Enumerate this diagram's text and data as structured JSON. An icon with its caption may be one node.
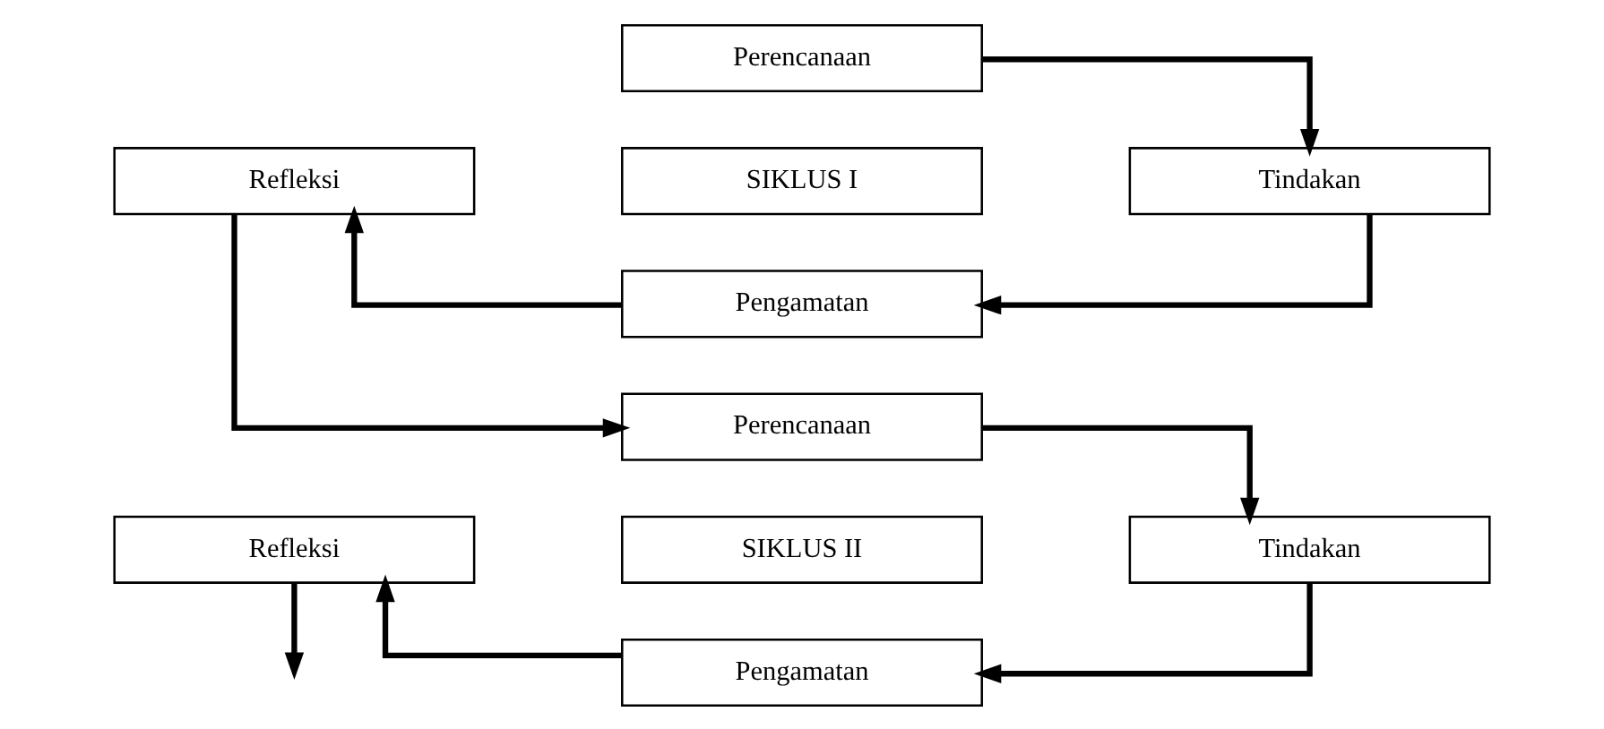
{
  "diagram": {
    "nodes": [
      {
        "text": [
          "Perencanaan"
        ]
      },
      {
        "text": [
          "Refleksi"
        ]
      },
      {
        "text": [
          "SIKLUS I"
        ]
      },
      {
        "text": [
          "Tindakan"
        ]
      },
      {
        "text": [
          "Pengamatan"
        ]
      },
      {
        "text": [
          "Perencanaan"
        ]
      },
      {
        "text": [
          "Refleksi"
        ]
      },
      {
        "text": [
          "SIKLUS II"
        ]
      },
      {
        "text": [
          "Tindakan"
        ]
      },
      {
        "text": [
          "Pengamatan"
        ]
      }
    ],
    "edges": [
      {
        "from": 0,
        "to": 3,
        "arrow": "to"
      },
      {
        "from": 3,
        "to": 4,
        "arrow": "to"
      },
      {
        "from": 4,
        "to": 1,
        "arrow": "to"
      },
      {
        "from": 1,
        "to": 5,
        "arrow": "to"
      },
      {
        "from": 5,
        "to": 8,
        "arrow": "to"
      },
      {
        "from": 8,
        "to": 9,
        "arrow": "to"
      },
      {
        "from": 9,
        "to": 6,
        "arrow": "to"
      },
      {
        "from": 6,
        "to": null,
        "arrow": "to"
      }
    ]
  }
}
